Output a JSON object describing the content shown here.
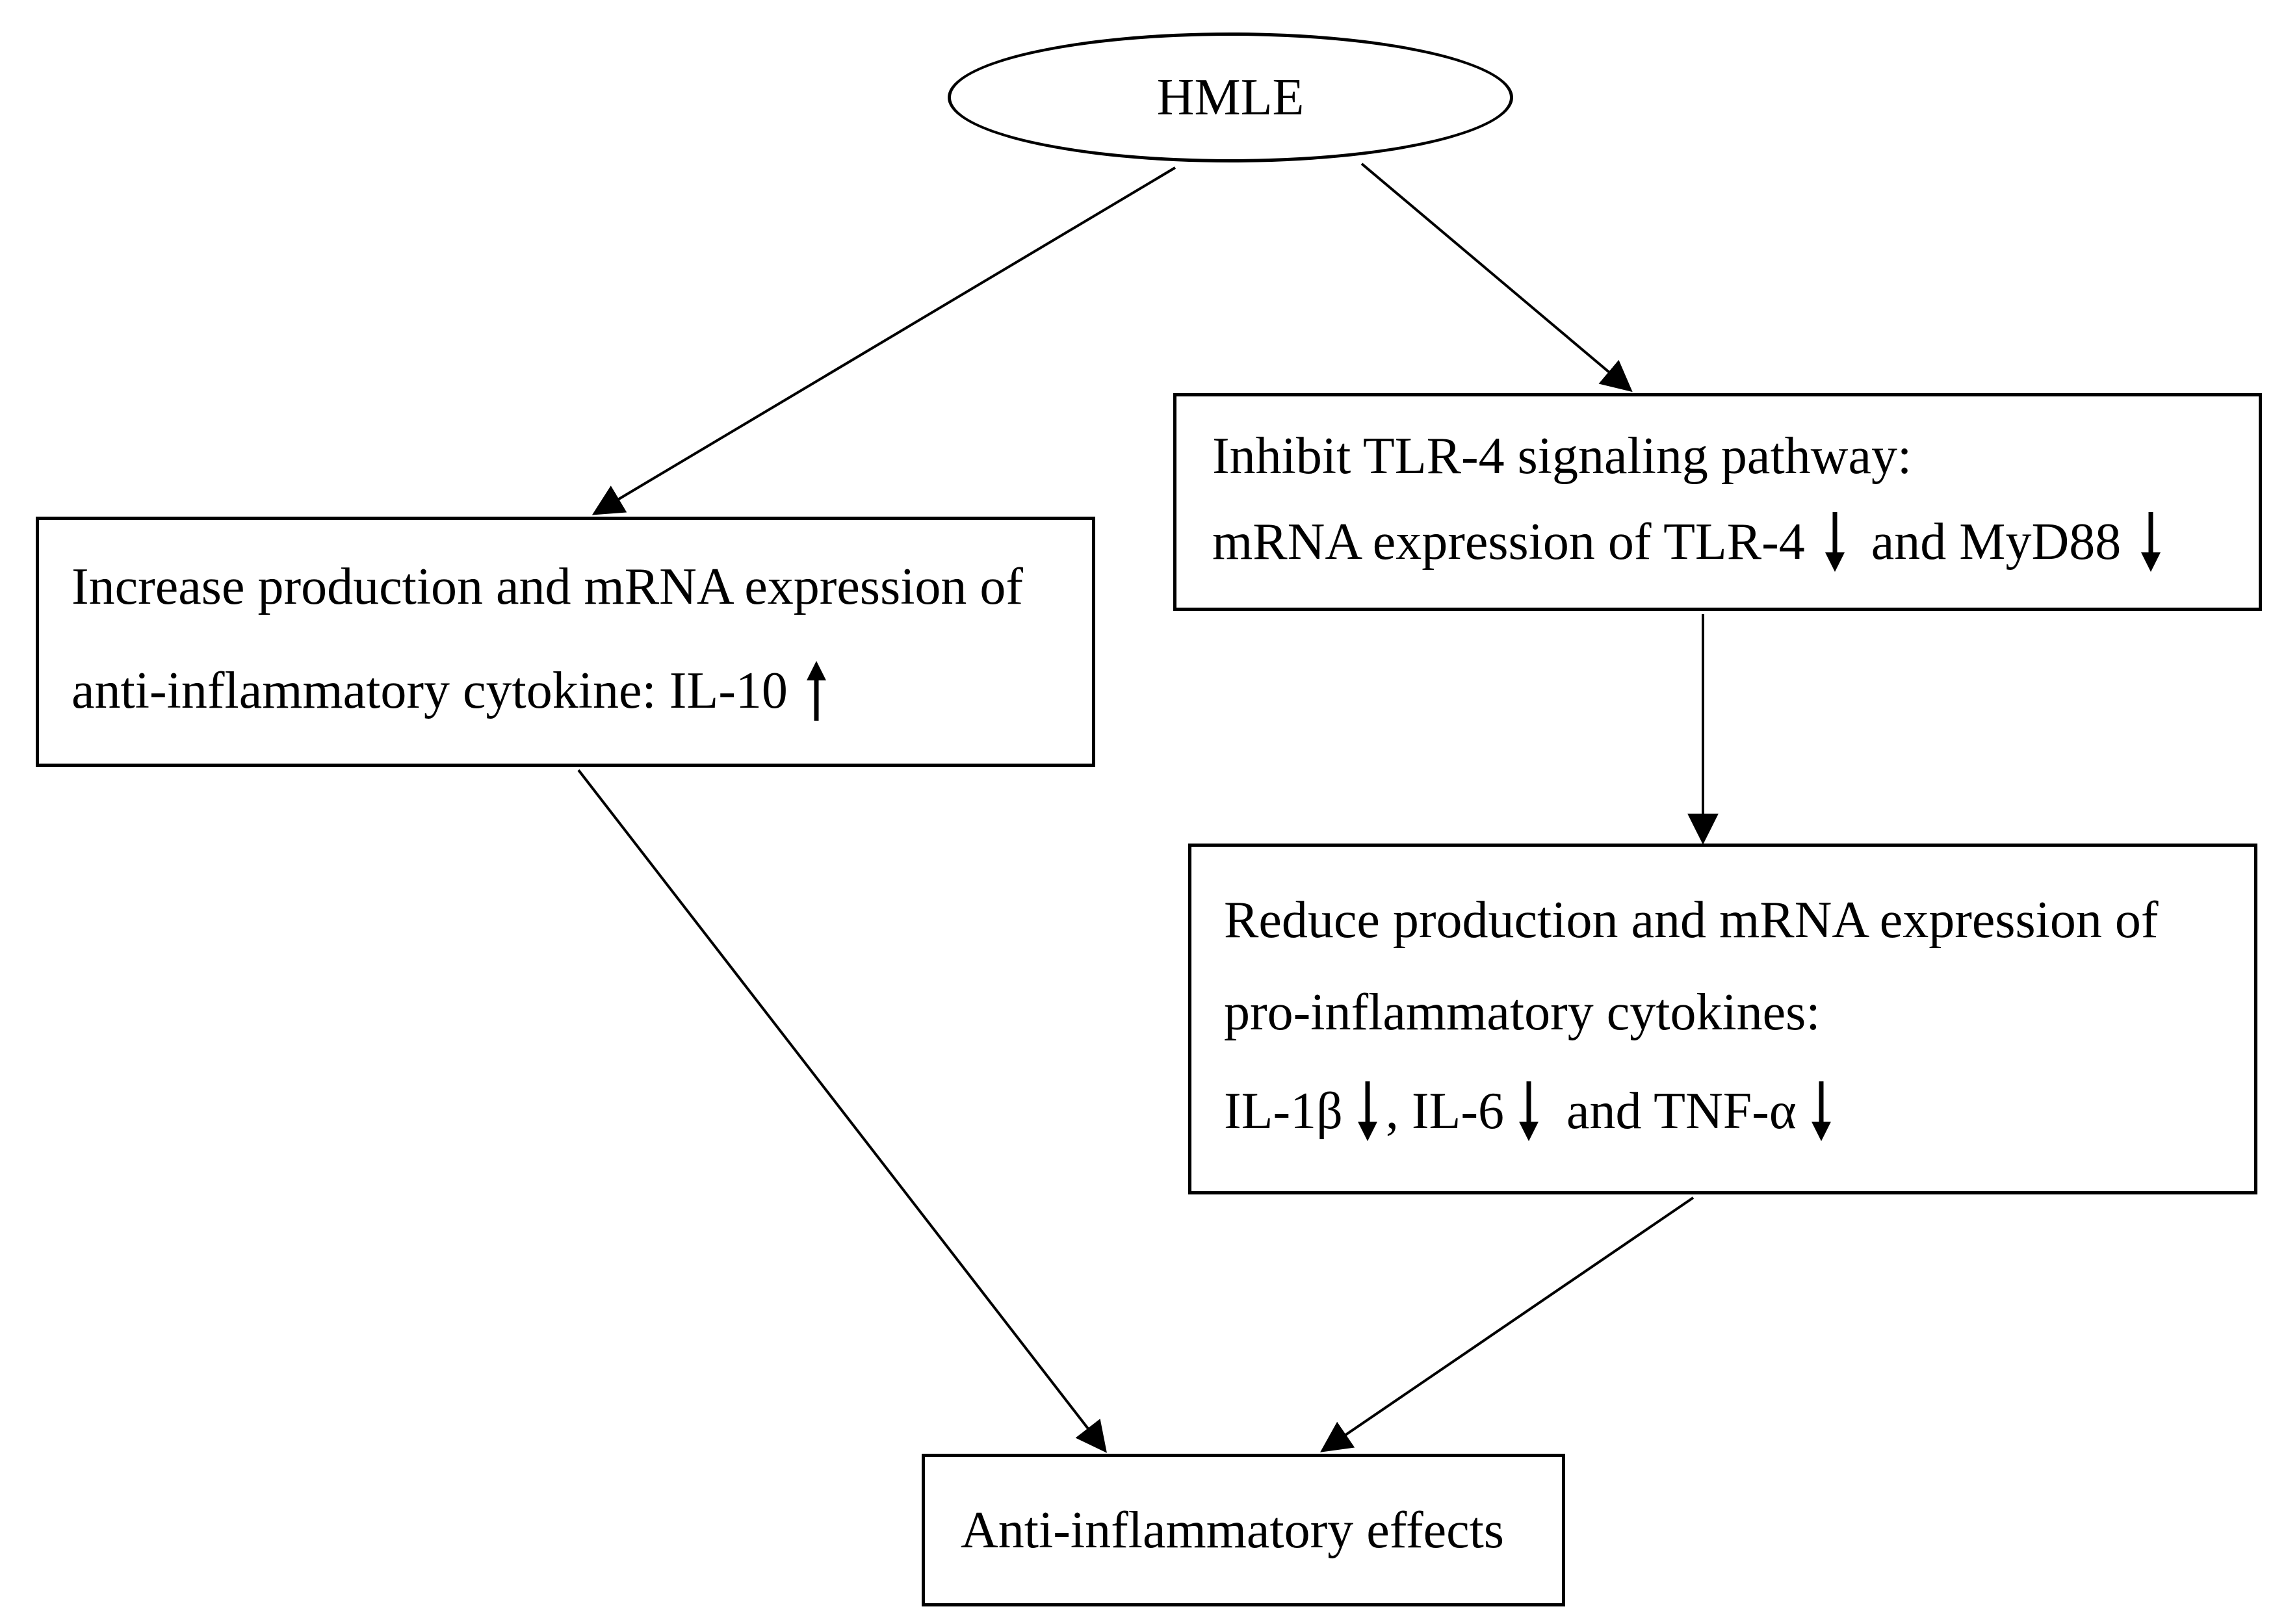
{
  "nodes": {
    "hmle": {
      "label": "HMLE"
    },
    "increase": {
      "line1": "Increase production and mRNA expression of",
      "line2": "anti-inflammatory cytokine: IL-10"
    },
    "inhibit": {
      "line1": "Inhibit TLR-4 signaling pathway:",
      "line2_part1": "mRNA expression of TLR-4",
      "line2_part2": "and MyD88"
    },
    "reduce": {
      "line1": "Reduce production and mRNA expression of",
      "line2": "pro-inflammatory cytokines:",
      "line3_part1": "IL-1β",
      "line3_part2": ", IL-6",
      "line3_part3": "and TNF-α"
    },
    "effects": {
      "label": "Anti-inflammatory effects"
    }
  },
  "edges": [
    {
      "from": "hmle",
      "to": "increase"
    },
    {
      "from": "hmle",
      "to": "inhibit"
    },
    {
      "from": "inhibit",
      "to": "reduce"
    },
    {
      "from": "increase",
      "to": "effects"
    },
    {
      "from": "reduce",
      "to": "effects"
    }
  ],
  "indicators": {
    "il10": "up-arrow-icon",
    "tlr4": "down-arrow-icon",
    "myd88": "down-arrow-icon",
    "il1b": "down-arrow-icon",
    "il6": "down-arrow-icon",
    "tnfa": "down-arrow-icon"
  }
}
